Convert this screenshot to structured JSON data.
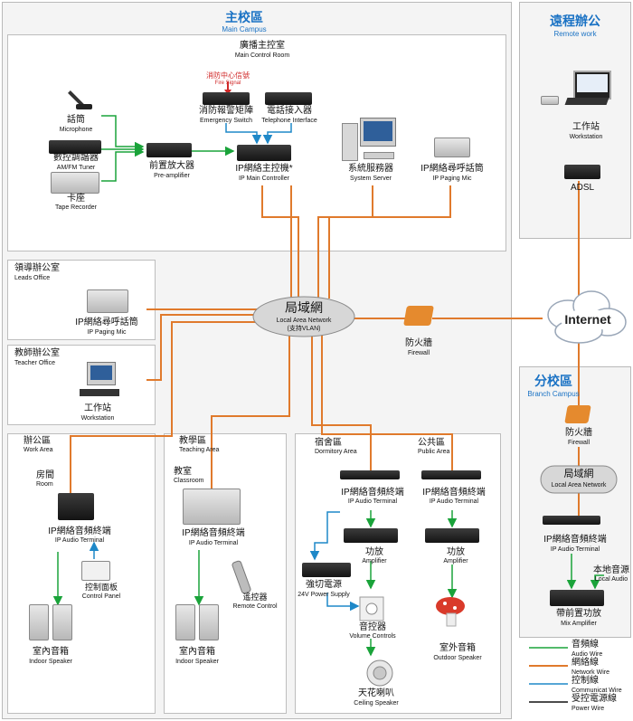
{
  "main_campus": {
    "title_zh": "主校區",
    "title_en": "Main Campus"
  },
  "remote_work": {
    "title_zh": "遠程辦公",
    "title_en": "Remote work"
  },
  "branch_campus": {
    "title_zh": "分校區",
    "title_en": "Branch Campus"
  },
  "control_room": {
    "title_zh": "廣播主控室",
    "title_en": "Main Control Room"
  },
  "fire_signal": {
    "zh": "消防中心信號",
    "en": "Fire Signal"
  },
  "devices": {
    "microphone": {
      "zh": "話筒",
      "en": "Microphone"
    },
    "tuner": {
      "zh": "數控調諧器",
      "en": "AM/FM Tuner"
    },
    "tape": {
      "zh": "卡座",
      "en": "Tape Recorder"
    },
    "preamp": {
      "zh": "前置放大器",
      "en": "Pre-amplifier"
    },
    "emergency": {
      "zh": "消防報警矩陣",
      "en": "Emergency Switch"
    },
    "phone": {
      "zh": "電話接入器",
      "en": "Telephone Interface"
    },
    "ip_main": {
      "zh": "IP網絡主控機*",
      "en": "IP Main Controller"
    },
    "server": {
      "zh": "系統服務器",
      "en": "System Server"
    },
    "paging_mic": {
      "zh": "IP網絡尋呼話筒",
      "en": "IP Paging Mic"
    },
    "workstation_remote": {
      "zh": "工作站",
      "en": "Workstation"
    },
    "adsl": "ADSL",
    "internet": "Internet",
    "lan": {
      "zh": "局域網",
      "en": "Local Area Network",
      "note": "(支持VLAN)"
    },
    "firewall": {
      "zh": "防火牆",
      "en": "Firewall"
    },
    "branch_firewall": {
      "zh": "防火牆",
      "en": "Firewall"
    },
    "branch_lan": {
      "zh": "局域網",
      "en": "Local Area Network"
    },
    "branch_terminal": {
      "zh": "IP網絡音頻終端",
      "en": "IP Audio Terminal"
    },
    "local_audio": {
      "zh": "本地音源",
      "en": "Local Audio"
    },
    "mix_amp": {
      "zh": "帶前置功放",
      "en": "Mix Amplifier"
    }
  },
  "leads_office": {
    "title_zh": "領導辦公室",
    "title_en": "Leads Office",
    "device_zh": "IP網絡尋呼話筒",
    "device_en": "IP Paging Mic"
  },
  "teacher_office": {
    "title_zh": "教師辦公室",
    "title_en": "Teacher Office",
    "device_zh": "工作站",
    "device_en": "Workstation"
  },
  "work_area": {
    "title_zh": "辦公區",
    "title_en": "Work Area",
    "room_zh": "房間",
    "room_en": "Room",
    "terminal_zh": "IP網絡音頻終端",
    "terminal_en": "IP Audio Terminal",
    "panel_zh": "控制面板",
    "panel_en": "Control  Panel",
    "speaker_zh": "室內音箱",
    "speaker_en": "Indoor Speaker"
  },
  "teaching_area": {
    "title_zh": "教學區",
    "title_en": "Teaching Area",
    "classroom_zh": "教室",
    "classroom_en": "Classroom",
    "terminal_zh": "IP網絡音頻終端",
    "terminal_en": "IP Audio Terminal",
    "remote_zh": "遙控器",
    "remote_en": "Remote Control",
    "speaker_zh": "室內音箱",
    "speaker_en": "Indoor Speaker"
  },
  "dorm_area": {
    "title_zh": "宿舍區",
    "title_en": "Dormitory Area",
    "terminal_zh": "IP網絡音頻終端",
    "terminal_en": "IP Audio Terminal",
    "amp_zh": "功放",
    "amp_en": "Amplifier",
    "power_zh": "強切電源",
    "power_en": "24V Power Supply",
    "volume_zh": "音控器",
    "volume_en": "Volume Controls",
    "ceiling_zh": "天花喇叭",
    "ceiling_en": "Ceiling Speaker"
  },
  "public_area": {
    "title_zh": "公共區",
    "title_en": "Public Area",
    "terminal_zh": "IP網絡音頻終端",
    "terminal_en": "IP Audio Terminal",
    "amp_zh": "功放",
    "amp_en": "Amplifier",
    "speaker_zh": "室外音箱",
    "speaker_en": "Outdoor Speaker"
  },
  "legend": [
    {
      "zh": "音頻線",
      "en": "Audio Wire",
      "color": "#1aa33a"
    },
    {
      "zh": "網絡線",
      "en": "Network Wire",
      "color": "#e07a2c"
    },
    {
      "zh": "控制線",
      "en": "Communicat Wire",
      "color": "#1e88c8"
    },
    {
      "zh": "受控電源線",
      "en": "Power Wire",
      "color": "#111111"
    }
  ],
  "colors": {
    "audio": "#1aa33a",
    "network": "#e07a2c",
    "control": "#1e88c8",
    "power": "#111111",
    "title_blue": "#1a72c4"
  }
}
